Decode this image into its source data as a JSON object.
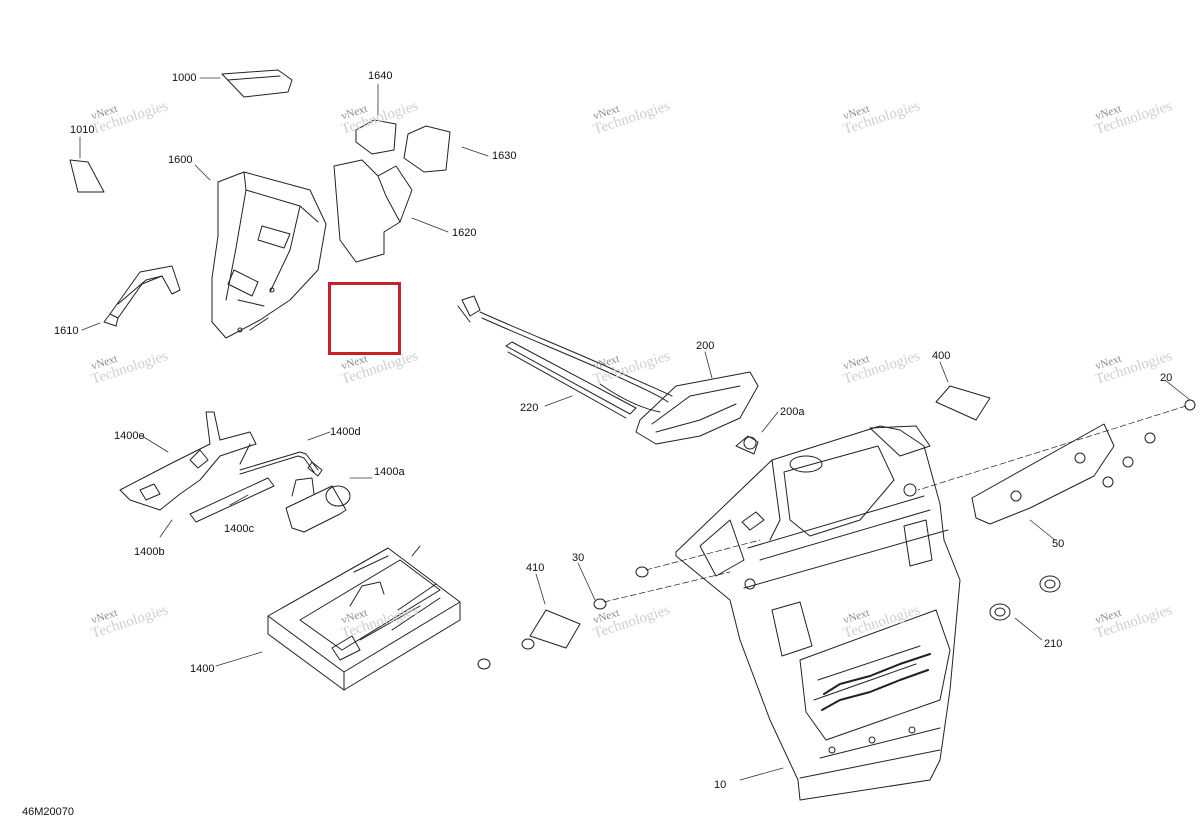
{
  "diagram": {
    "reference": "46M20070",
    "watermark": {
      "line1": "vNext",
      "line2": "Technologies"
    },
    "highlight_color": "#c8202a",
    "callouts": [
      {
        "id": "1000",
        "text": "1000"
      },
      {
        "id": "1010",
        "text": "1010"
      },
      {
        "id": "1600",
        "text": "1600"
      },
      {
        "id": "1610",
        "text": "1610"
      },
      {
        "id": "1620",
        "text": "1620"
      },
      {
        "id": "1630",
        "text": "1630"
      },
      {
        "id": "1640",
        "text": "1640"
      },
      {
        "id": "200",
        "text": "200"
      },
      {
        "id": "200a",
        "text": "200a"
      },
      {
        "id": "220",
        "text": "220"
      },
      {
        "id": "400",
        "text": "400"
      },
      {
        "id": "20",
        "text": "20"
      },
      {
        "id": "50",
        "text": "50"
      },
      {
        "id": "210",
        "text": "210"
      },
      {
        "id": "10",
        "text": "10"
      },
      {
        "id": "30",
        "text": "30"
      },
      {
        "id": "410",
        "text": "410"
      },
      {
        "id": "1400",
        "text": "1400"
      },
      {
        "id": "1400a",
        "text": "1400a"
      },
      {
        "id": "1400b",
        "text": "1400b"
      },
      {
        "id": "1400c",
        "text": "1400c"
      },
      {
        "id": "1400d",
        "text": "1400d"
      },
      {
        "id": "1400e",
        "text": "1400e"
      }
    ]
  }
}
